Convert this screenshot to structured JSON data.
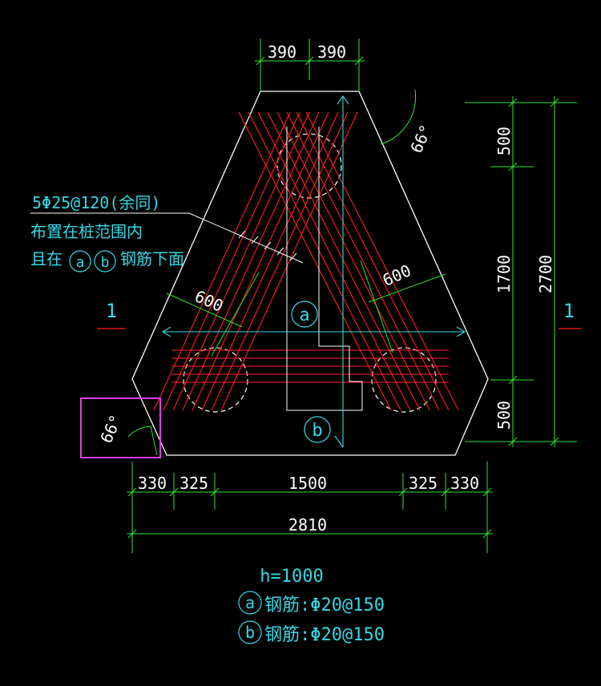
{
  "colors": {
    "background": "#000000",
    "outline": "#ffffff",
    "dimension": "#2ee62e",
    "rebar": "#ff1f1f",
    "annotation": "#35d8e6",
    "highlight": "#e23ce2"
  },
  "dims": {
    "top_left": "390",
    "top_right": "390",
    "right_top": "500",
    "right_mid": "1700",
    "right_bottom": "500",
    "right_total": "2700",
    "bottom_1": "330",
    "bottom_2": "325",
    "bottom_3": "1500",
    "bottom_4": "325",
    "bottom_5": "330",
    "bottom_total": "2810",
    "band_left": "600",
    "band_right": "600",
    "angle_top": "66°",
    "angle_bottom": "66°"
  },
  "section_marks": {
    "left": "1",
    "right": "1"
  },
  "callout": {
    "line1": "5Φ25@120(余同)",
    "line2": "布置在桩范围内",
    "line3_prefix": "且在",
    "line3_suffix": "钢筋下面",
    "mark_a": "a",
    "mark_b": "b"
  },
  "rebar_marks": {
    "a": "a",
    "b": "b"
  },
  "notes": {
    "height": "h=1000",
    "rebar_a_mark": "a",
    "rebar_a_text": "钢筋:Φ20@150",
    "rebar_b_mark": "b",
    "rebar_b_text": "钢筋:Φ20@150"
  }
}
